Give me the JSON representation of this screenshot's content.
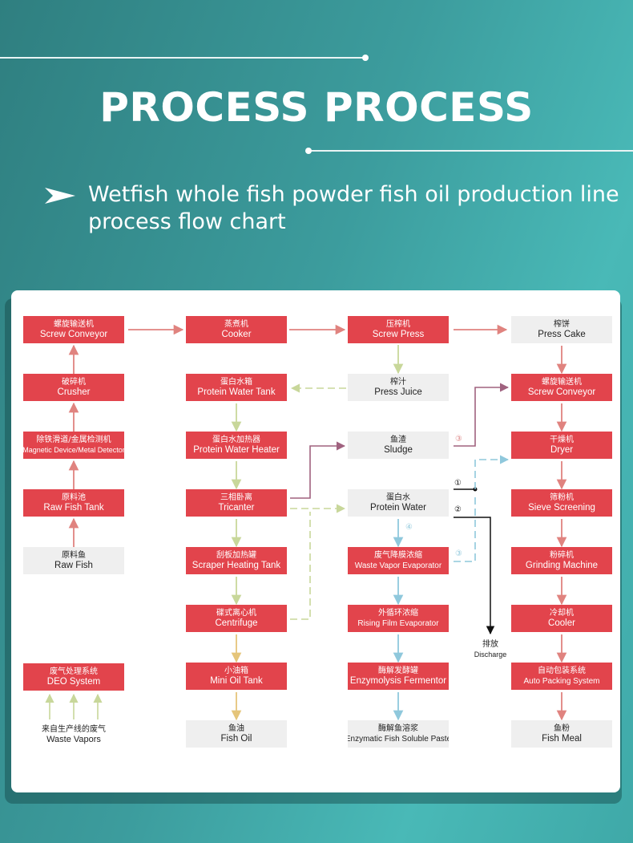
{
  "header": {
    "title": "PROCESS PROCESS",
    "subtitle": "Wetfish whole fish powder fish oil production line process flow chart"
  },
  "colors": {
    "node_red": "#e2444c",
    "node_gray": "#efefef",
    "arrow_red": "#e0837f",
    "arrow_green": "#c8d79a",
    "arrow_blue": "#8fc8dc",
    "arrow_purple": "#a0627f",
    "arrow_black": "#111111",
    "background_teal": "#3c9c9d"
  },
  "flow": {
    "screw_conveyor_1": {
      "zh": "螺旋输送机",
      "en": "Screw Conveyor"
    },
    "crusher": {
      "zh": "破碎机",
      "en": "Crusher"
    },
    "magnetic_device": {
      "zh": "除铁滑道/金属检测机",
      "en": "Magnetic Device/Metal Detector"
    },
    "raw_fish_tank": {
      "zh": "原料池",
      "en": "Raw Fish Tank"
    },
    "raw_fish": {
      "zh": "原料鱼",
      "en": "Raw Fish"
    },
    "deo_system": {
      "zh": "废气处理系统",
      "en": "DEO  System"
    },
    "waste_vapors": {
      "zh": "来自生产线的废气",
      "en": "Waste Vapors"
    },
    "cooker": {
      "zh": "蒸煮机",
      "en": "Cooker"
    },
    "protein_water_tank": {
      "zh": "蛋白水箱",
      "en": "Protein Water Tank"
    },
    "protein_water_heater": {
      "zh": "蛋白水加热器",
      "en": "Protein Water Heater"
    },
    "tricanter": {
      "zh": "三相卧离",
      "en": "Tricanter"
    },
    "scraper_heating_tank": {
      "zh": "刮板加热罐",
      "en": "Scraper Heating Tank"
    },
    "centrifuge": {
      "zh": "碟式离心机",
      "en": "Centrifuge"
    },
    "mini_oil_tank": {
      "zh": "小油箱",
      "en": "Mini Oil Tank"
    },
    "fish_oil": {
      "zh": "鱼油",
      "en": "Fish Oil"
    },
    "screw_press": {
      "zh": "压榨机",
      "en": "Screw Press"
    },
    "press_juice": {
      "zh": "榨汁",
      "en": "Press Juice"
    },
    "sludge": {
      "zh": "鱼渣",
      "en": "Sludge"
    },
    "protein_water": {
      "zh": "蛋白水",
      "en": "Protein Water"
    },
    "waste_vapor_evaporator": {
      "zh": "废气降膜浓缩",
      "en": "Waste Vapor Evaporator"
    },
    "rising_film_evaporator": {
      "zh": "外循环浓缩",
      "en": "Rising Film Evaporator"
    },
    "enzymolysis_fermentor": {
      "zh": "酶解发酵罐",
      "en": "Enzymolysis Fermentor"
    },
    "enzymatic_paste": {
      "zh": "酶解鱼溶浆",
      "en": "Enzymatic Fish Soluble Paste"
    },
    "press_cake": {
      "zh": "榨饼",
      "en": "Press Cake"
    },
    "screw_conveyor_2": {
      "zh": "螺旋输送机",
      "en": "Screw Conveyor"
    },
    "dryer": {
      "zh": "干燥机",
      "en": "Dryer"
    },
    "sieve_screening": {
      "zh": "筛粉机",
      "en": "Sieve Screening"
    },
    "grinding_machine": {
      "zh": "粉碎机",
      "en": "Grinding Machine"
    },
    "cooler": {
      "zh": "冷却机",
      "en": "Cooler"
    },
    "auto_packing": {
      "zh": "自动包装系统",
      "en": "Auto Packing System"
    },
    "fish_meal": {
      "zh": "鱼粉",
      "en": "Fish Meal"
    },
    "discharge": {
      "zh": "排放",
      "en": "Discharge"
    },
    "markers": {
      "m1": "①",
      "m2": "②",
      "m3a": "③",
      "m3b": "③",
      "m4": "④"
    }
  }
}
